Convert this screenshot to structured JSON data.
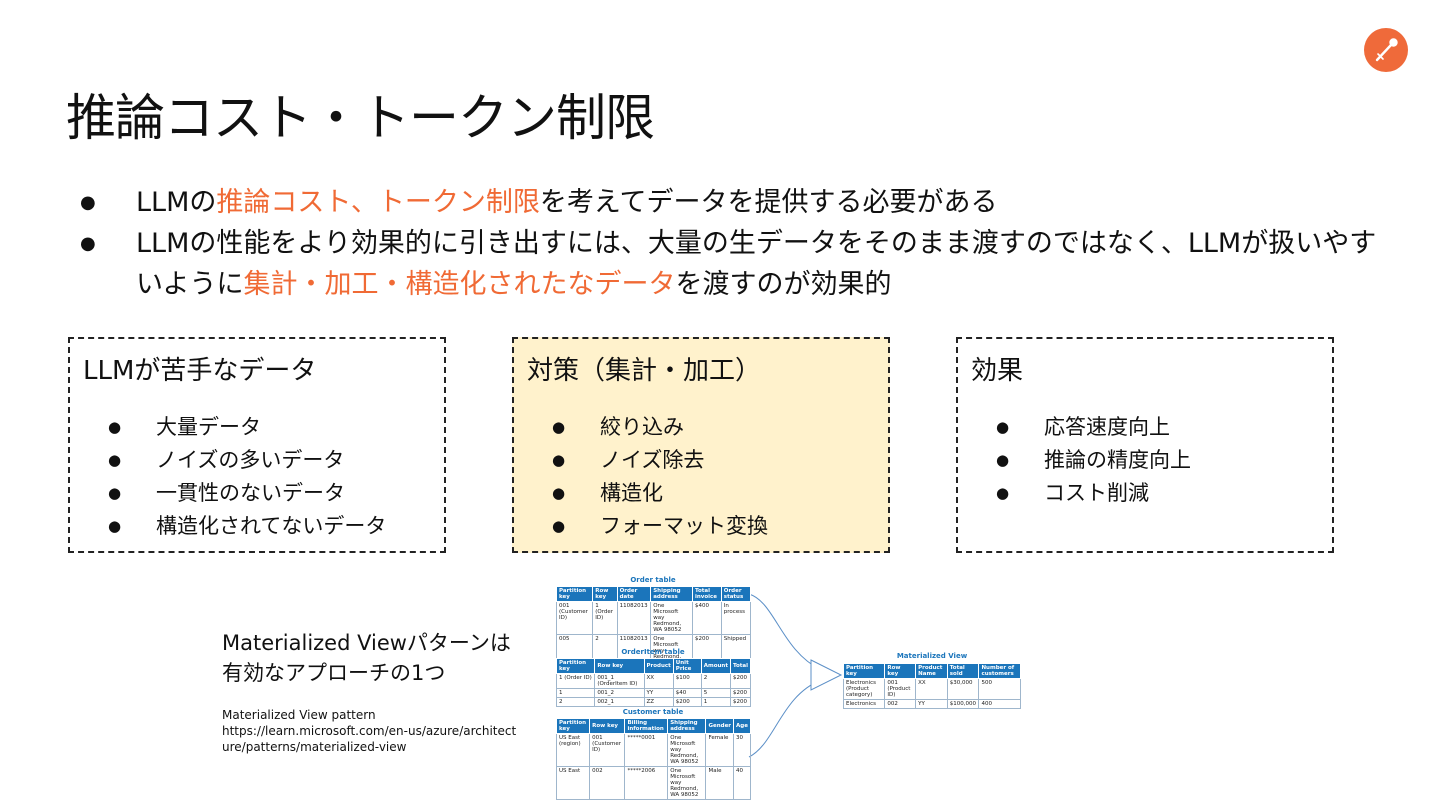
{
  "title": "推論コスト・トークン制限",
  "bullets": [
    {
      "a": "LLMの",
      "hl": "推論コスト、トークン制限",
      "b": "を考えてデータを提供する必要がある"
    },
    {
      "a": "LLMの性能をより効果的に引き出すには、大量の生データをそのまま渡すのではなく、LLMが扱いやすいように",
      "hl": "集計・加工・構造化されたなデータ",
      "b": "を渡すのが効果的"
    }
  ],
  "boxes": [
    {
      "heading": "LLMが苦手なデータ",
      "items": [
        "大量データ",
        "ノイズの多いデータ",
        "一貫性のないデータ",
        "構造化されてないデータ"
      ]
    },
    {
      "heading": "対策（集計・加工）",
      "items": [
        "絞り込み",
        "ノイズ除去",
        "構造化",
        "フォーマット変換"
      ]
    },
    {
      "heading": "効果",
      "items": [
        "応答速度向上",
        "推論の精度向上",
        "コスト削減"
      ]
    }
  ],
  "caption": {
    "line1": "Materialized Viewパターンは",
    "line2": "有効なアプローチの1つ"
  },
  "reference": {
    "name": "Materialized View pattern",
    "url": "https://learn.microsoft.com/en-us/azure/architecture/patterns/materialized-view"
  },
  "diagram": {
    "order": {
      "name": "Order table",
      "headers": [
        "Partition key",
        "Row key",
        "Order date",
        "Shipping address",
        "Total invoice",
        "Order status"
      ],
      "rows": [
        [
          "001 (Customer ID)",
          "1 (Order ID)",
          "11082013",
          "One Microsoft way Redmond, WA 98052",
          "$400",
          "In process"
        ],
        [
          "005",
          "2",
          "11082013",
          "One Microsoft way Redmond, WA 98052",
          "$200",
          "Shipped"
        ]
      ]
    },
    "orderitem": {
      "name": "OrderItem table",
      "headers": [
        "Partition key",
        "Row key",
        "Product",
        "Unit Price",
        "Amount",
        "Total"
      ],
      "rows": [
        [
          "1 (Order ID)",
          "001_1 (OrderItem ID)",
          "XX",
          "$100",
          "2",
          "$200"
        ],
        [
          "1",
          "001_2",
          "YY",
          "$40",
          "5",
          "$200"
        ],
        [
          "2",
          "002_1",
          "ZZ",
          "$200",
          "1",
          "$200"
        ]
      ]
    },
    "customer": {
      "name": "Customer table",
      "headers": [
        "Partition key",
        "Row key",
        "Billing information",
        "Shipping address",
        "Gender",
        "Age"
      ],
      "rows": [
        [
          "US East (region)",
          "001 (Customer ID)",
          "*****0001",
          "One Microsoft way Redmond, WA 98052",
          "Female",
          "30"
        ],
        [
          "US East",
          "002",
          "*****2006",
          "One Microsoft way Redmond, WA 98052",
          "Male",
          "40"
        ]
      ]
    },
    "view": {
      "name": "Materialized View",
      "headers": [
        "Partition key",
        "Row key",
        "Product Name",
        "Total sold",
        "Number of customers"
      ],
      "rows": [
        [
          "Electronics (Product category)",
          "001 (Product ID)",
          "XX",
          "$30,000",
          "500"
        ],
        [
          "Electronics",
          "002",
          "YY",
          "$100,000",
          "400"
        ]
      ]
    }
  }
}
